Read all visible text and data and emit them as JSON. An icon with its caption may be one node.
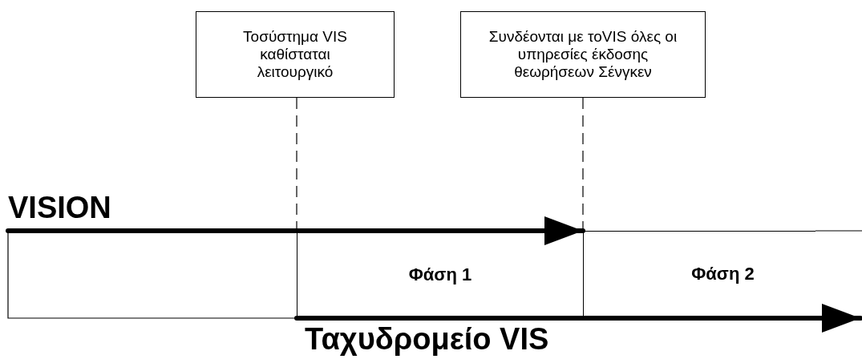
{
  "diagram": {
    "nodes": [
      {
        "text": [
          "Τοσύστημα VIS καθίσταται λειτουργικό"
        ]
      },
      {
        "text": [
          "Συνδέονται με τοVIS όλες οι υπηρεσίες έκδοσης θεωρήσεων Σένγκεν"
        ]
      },
      {
        "text": [
          "Φάση 1"
        ]
      },
      {
        "text": [
          "Φάση 2"
        ]
      }
    ],
    "edges": [
      {
        "from": 0,
        "to": 2,
        "arrow": "none",
        "style": "dashed"
      },
      {
        "from": 1,
        "to": 3,
        "arrow": "none",
        "style": "dashed"
      },
      {
        "from": null,
        "to": 3,
        "arrow": "to",
        "style": "thick"
      },
      {
        "from": 2,
        "to": null,
        "arrow": "to",
        "style": "thick"
      }
    ],
    "labels": [
      "VISION",
      "Ταχυδρομείο VIS"
    ]
  }
}
